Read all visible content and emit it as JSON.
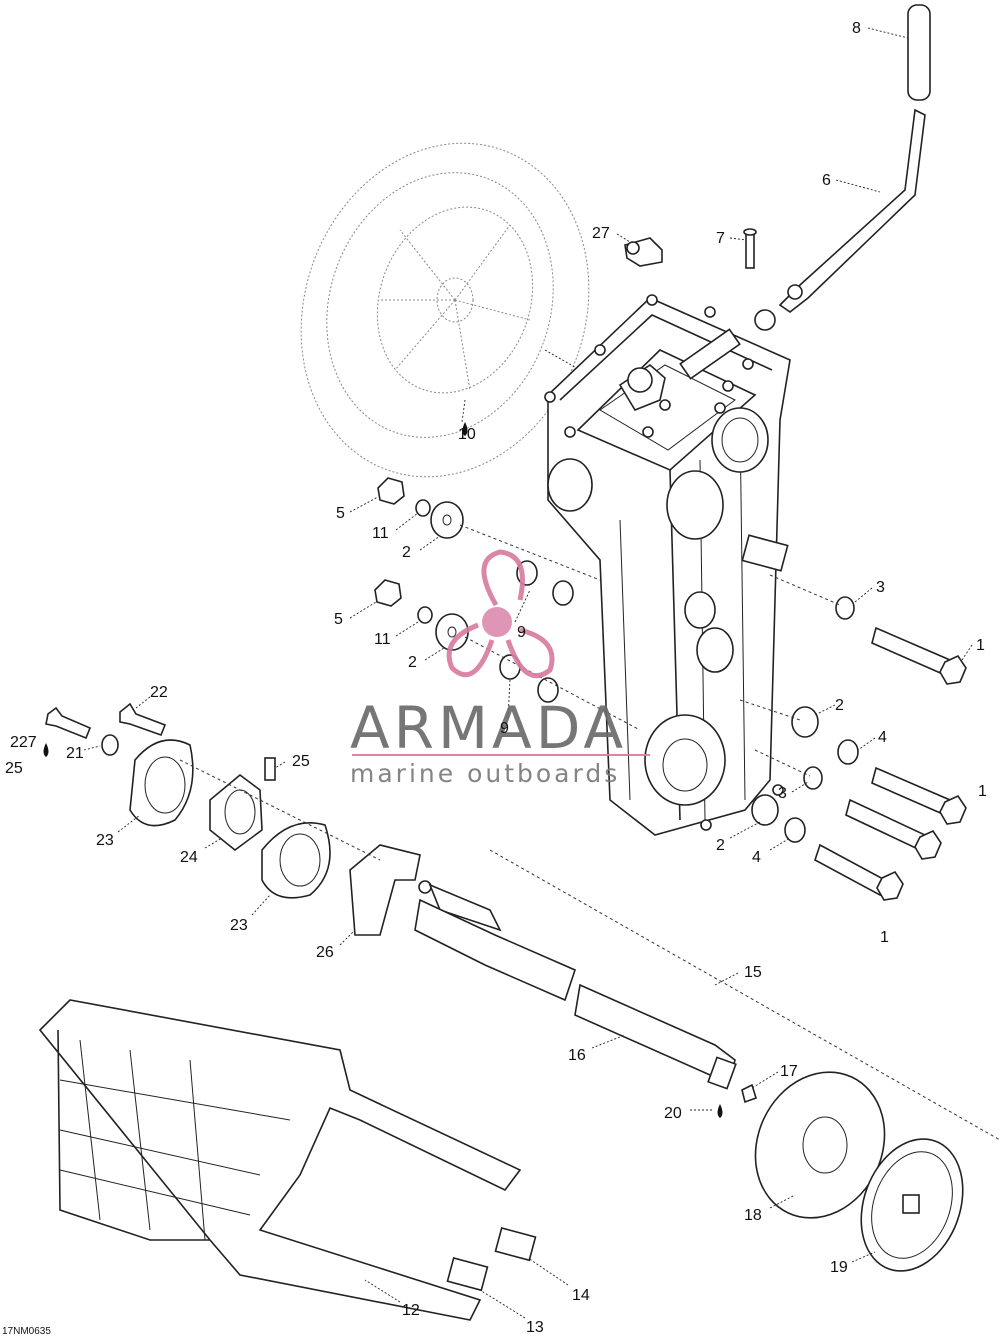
{
  "figure_code": "17NM0635",
  "watermark": {
    "brand": "ARMADA",
    "tagline": "marine outboards",
    "accent_color": "#d87ba0"
  },
  "callouts": [
    {
      "id": "c8",
      "text": "8"
    },
    {
      "id": "c6",
      "text": "6"
    },
    {
      "id": "c27",
      "text": "27"
    },
    {
      "id": "c7",
      "text": "7"
    },
    {
      "id": "c10",
      "text": "10"
    },
    {
      "id": "c5a",
      "text": "5"
    },
    {
      "id": "c11a",
      "text": "11"
    },
    {
      "id": "c2a",
      "text": "2"
    },
    {
      "id": "c3a",
      "text": "3"
    },
    {
      "id": "c1a",
      "text": "1"
    },
    {
      "id": "c5b",
      "text": "5"
    },
    {
      "id": "c11b",
      "text": "11"
    },
    {
      "id": "c9a",
      "text": "9"
    },
    {
      "id": "c2b",
      "text": "2"
    },
    {
      "id": "c9b",
      "text": "9"
    },
    {
      "id": "c22",
      "text": "22"
    },
    {
      "id": "c227",
      "text": "227"
    },
    {
      "id": "c25a",
      "text": "25"
    },
    {
      "id": "c21",
      "text": "21"
    },
    {
      "id": "c25b",
      "text": "25"
    },
    {
      "id": "c23a",
      "text": "23"
    },
    {
      "id": "c24",
      "text": "24"
    },
    {
      "id": "c23b",
      "text": "23"
    },
    {
      "id": "c26",
      "text": "26"
    },
    {
      "id": "c2c",
      "text": "2"
    },
    {
      "id": "c4a",
      "text": "4"
    },
    {
      "id": "c1b",
      "text": "1"
    },
    {
      "id": "c3b",
      "text": "3"
    },
    {
      "id": "c2d",
      "text": "2"
    },
    {
      "id": "c4b",
      "text": "4"
    },
    {
      "id": "c1c",
      "text": "1"
    },
    {
      "id": "c15",
      "text": "15"
    },
    {
      "id": "c16",
      "text": "16"
    },
    {
      "id": "c17",
      "text": "17"
    },
    {
      "id": "c20",
      "text": "20"
    },
    {
      "id": "c18",
      "text": "18"
    },
    {
      "id": "c19",
      "text": "19"
    },
    {
      "id": "c12",
      "text": "12"
    },
    {
      "id": "c14",
      "text": "14"
    },
    {
      "id": "c13",
      "text": "13"
    }
  ]
}
